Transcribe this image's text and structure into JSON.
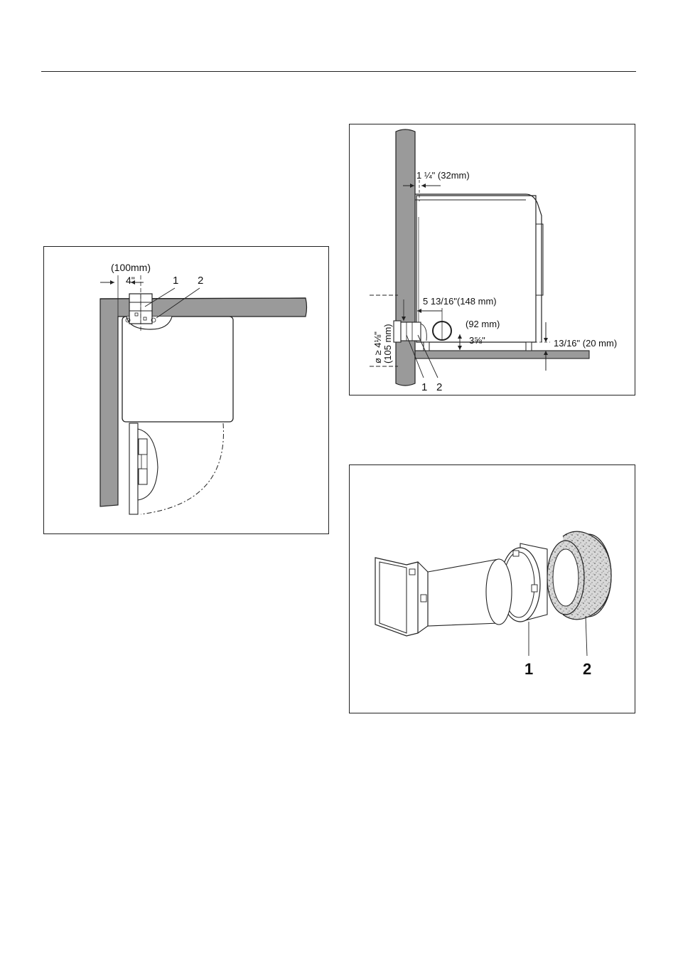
{
  "figures": {
    "top_view": {
      "dim_mm": "(100mm)",
      "dim_in": "4\"",
      "callout_1": "1",
      "callout_2": "2"
    },
    "side_view": {
      "wall_gap": "1 ¼\" (32mm)",
      "duct_offset": "5 13/16\"(148 mm)",
      "duct_diameter_mm": "(92 mm)",
      "duct_height_in": "3⅝\"",
      "foot_height": "13/16\" (20 mm)",
      "hole_diameter_in": "ø ≥ 4⅛\"",
      "hole_diameter_mm": "(105 mm)",
      "callout_1": "1",
      "callout_2": "2"
    },
    "parts_view": {
      "callout_1": "1",
      "callout_2": "2"
    }
  }
}
